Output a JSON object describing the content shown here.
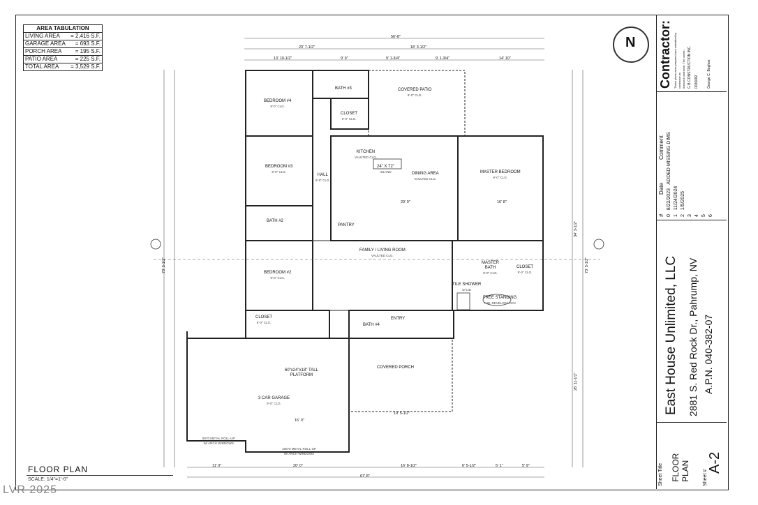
{
  "area_tabulation": {
    "title": "AREA TABULATION",
    "rows": [
      {
        "label": "LIVING AREA",
        "value": "= 2,416 S.F."
      },
      {
        "label": "GARAGE AREA",
        "value": "= 693 S.F."
      },
      {
        "label": "PORCH AREA",
        "value": "= 195 S.F."
      },
      {
        "label": "PATIO AREA",
        "value": "= 225 S.F."
      },
      {
        "label": "TOTAL AREA",
        "value": "= 3,529 S.F."
      }
    ]
  },
  "rooms": {
    "bedroom4": {
      "name": "BEDROOM #4",
      "clg": "9'-0\" CLG."
    },
    "bedroom3": {
      "name": "BEDROOM #3",
      "clg": "9'-0\" CLG."
    },
    "bedroom2": {
      "name": "BEDROOM #2",
      "clg": "9'-0\" CLG."
    },
    "bath3": {
      "name": "BATH #3"
    },
    "bath2": {
      "name": "BATH #2"
    },
    "bath4": {
      "name": "BATH #4"
    },
    "closet1": {
      "name": "CLOSET",
      "clg": "9'-0\" CLG."
    },
    "closet2": {
      "name": "CLOSET",
      "clg": "9'-0\" CLG."
    },
    "closet3": {
      "name": "CLOSET",
      "clg": "9'-0\" CLG."
    },
    "covered_patio": {
      "name": "COVERED PATIO",
      "clg": "9'-0\" CLG."
    },
    "kitchen": {
      "name": "KITCHEN",
      "clg": "VAULTED CLG."
    },
    "island": {
      "name": "24\" X 72\"",
      "sub": "ISLAND"
    },
    "hall": {
      "name": "HALL",
      "clg": "9'-0\" CLG."
    },
    "dining": {
      "name": "DINING AREA",
      "clg": "VAULTED CLG."
    },
    "master_bedroom": {
      "name": "MASTER BEDROOM",
      "clg": "9'-0\" CLG."
    },
    "master_bath": {
      "name": "MASTER",
      "sub": "BATH",
      "clg": "9'-0\" CLG."
    },
    "pantry": {
      "name": "PANTRY"
    },
    "family": {
      "name": "FAMILY / LIVING ROOM",
      "clg": "VAULTED CLG."
    },
    "entry": {
      "name": "ENTRY"
    },
    "covered_porch": {
      "name": "COVERED PORCH"
    },
    "garage": {
      "name": "3 CAR GARAGE",
      "clg": "9'-0\" CLG."
    },
    "platform": {
      "name": "60\"x24\"x18\" TALL",
      "sub": "PLATFORM"
    },
    "garage_door1": {
      "name": "8070 METAL ROLL-UP",
      "sub": "W/ ARCH WINDOWS"
    },
    "garage_door2": {
      "name": "16070 METAL ROLL-UP",
      "sub": "W/ ARCH WINDOWS"
    },
    "tile_shower": {
      "name": "TILE SHOWER",
      "sub": "w/ LID"
    },
    "tub": {
      "name": "FREE STANDING",
      "sub": "TUB, DEVELOP LOCK"
    }
  },
  "dimensions": {
    "overall_top": "56'-8\"",
    "top_left": "23' 7-1/2\"",
    "top_right": "18' 3-1/2\"",
    "top_a": "13' 10-1/2\"",
    "top_b": "9' 9\"",
    "top_c": "9' 1-3/4\"",
    "top_d": "9' 1-3/4\"",
    "top_e": "14' 10\"",
    "overall_bottom": "67' 8\"",
    "bottom_a": "11' 0\"",
    "bottom_b": "20' 0\"",
    "bottom_c": "16' 8-1/2\"",
    "bottom_d": "6' 5-1/2\"",
    "bottom_e": "5' 1\"",
    "bottom_f": "5' 9\"",
    "left_overall": "73' 5-1/2\"",
    "right_overall": "73' 5-1/2\"",
    "right_a": "34' 3-1/2\"",
    "right_b": "26' 11-1/2\"",
    "garage_w": "16' 0\"",
    "porch_w": "19' 5-1/2\"",
    "family_w": "20' 0\"",
    "master_w": "16' 8\""
  },
  "revisions": {
    "headers": {
      "num": "#",
      "date": "Date",
      "comment": "Comment"
    },
    "rows": [
      {
        "num": "0",
        "date": "8/22/2023",
        "comment": "ADDED MISSING DIMS"
      },
      {
        "num": "1",
        "date": "11/24/2024",
        "comment": ""
      },
      {
        "num": "2",
        "date": "1/5/2025",
        "comment": ""
      },
      {
        "num": "3",
        "date": "",
        "comment": ""
      },
      {
        "num": "4",
        "date": "",
        "comment": ""
      },
      {
        "num": "5",
        "date": "",
        "comment": ""
      },
      {
        "num": "6",
        "date": "",
        "comment": ""
      }
    ]
  },
  "contractor": {
    "title": "Contractor:",
    "company": "G B CONSTRUCTION INC.",
    "license": "0036082",
    "name": "George C. Boghos",
    "lines": [
      "These plans were prepared and submitted by",
      "contractor as",
      "licensed contractor. The owner..."
    ]
  },
  "project": {
    "name": "East House Unlimited, LLC",
    "address": "2881 S. Red Rock Dr., Pahrump, NV",
    "apn": "A.P.N. 040-382-07"
  },
  "sheet": {
    "title_label": "Sheet Title",
    "title": "FLOOR PLAN",
    "num_label": "Sheet #",
    "num": "A-2"
  },
  "drawing_title": "FLOOR PLAN",
  "scale": "SCALE:  1/4\"=1'-0\"",
  "watermark": "LVR 2025",
  "north": "N"
}
